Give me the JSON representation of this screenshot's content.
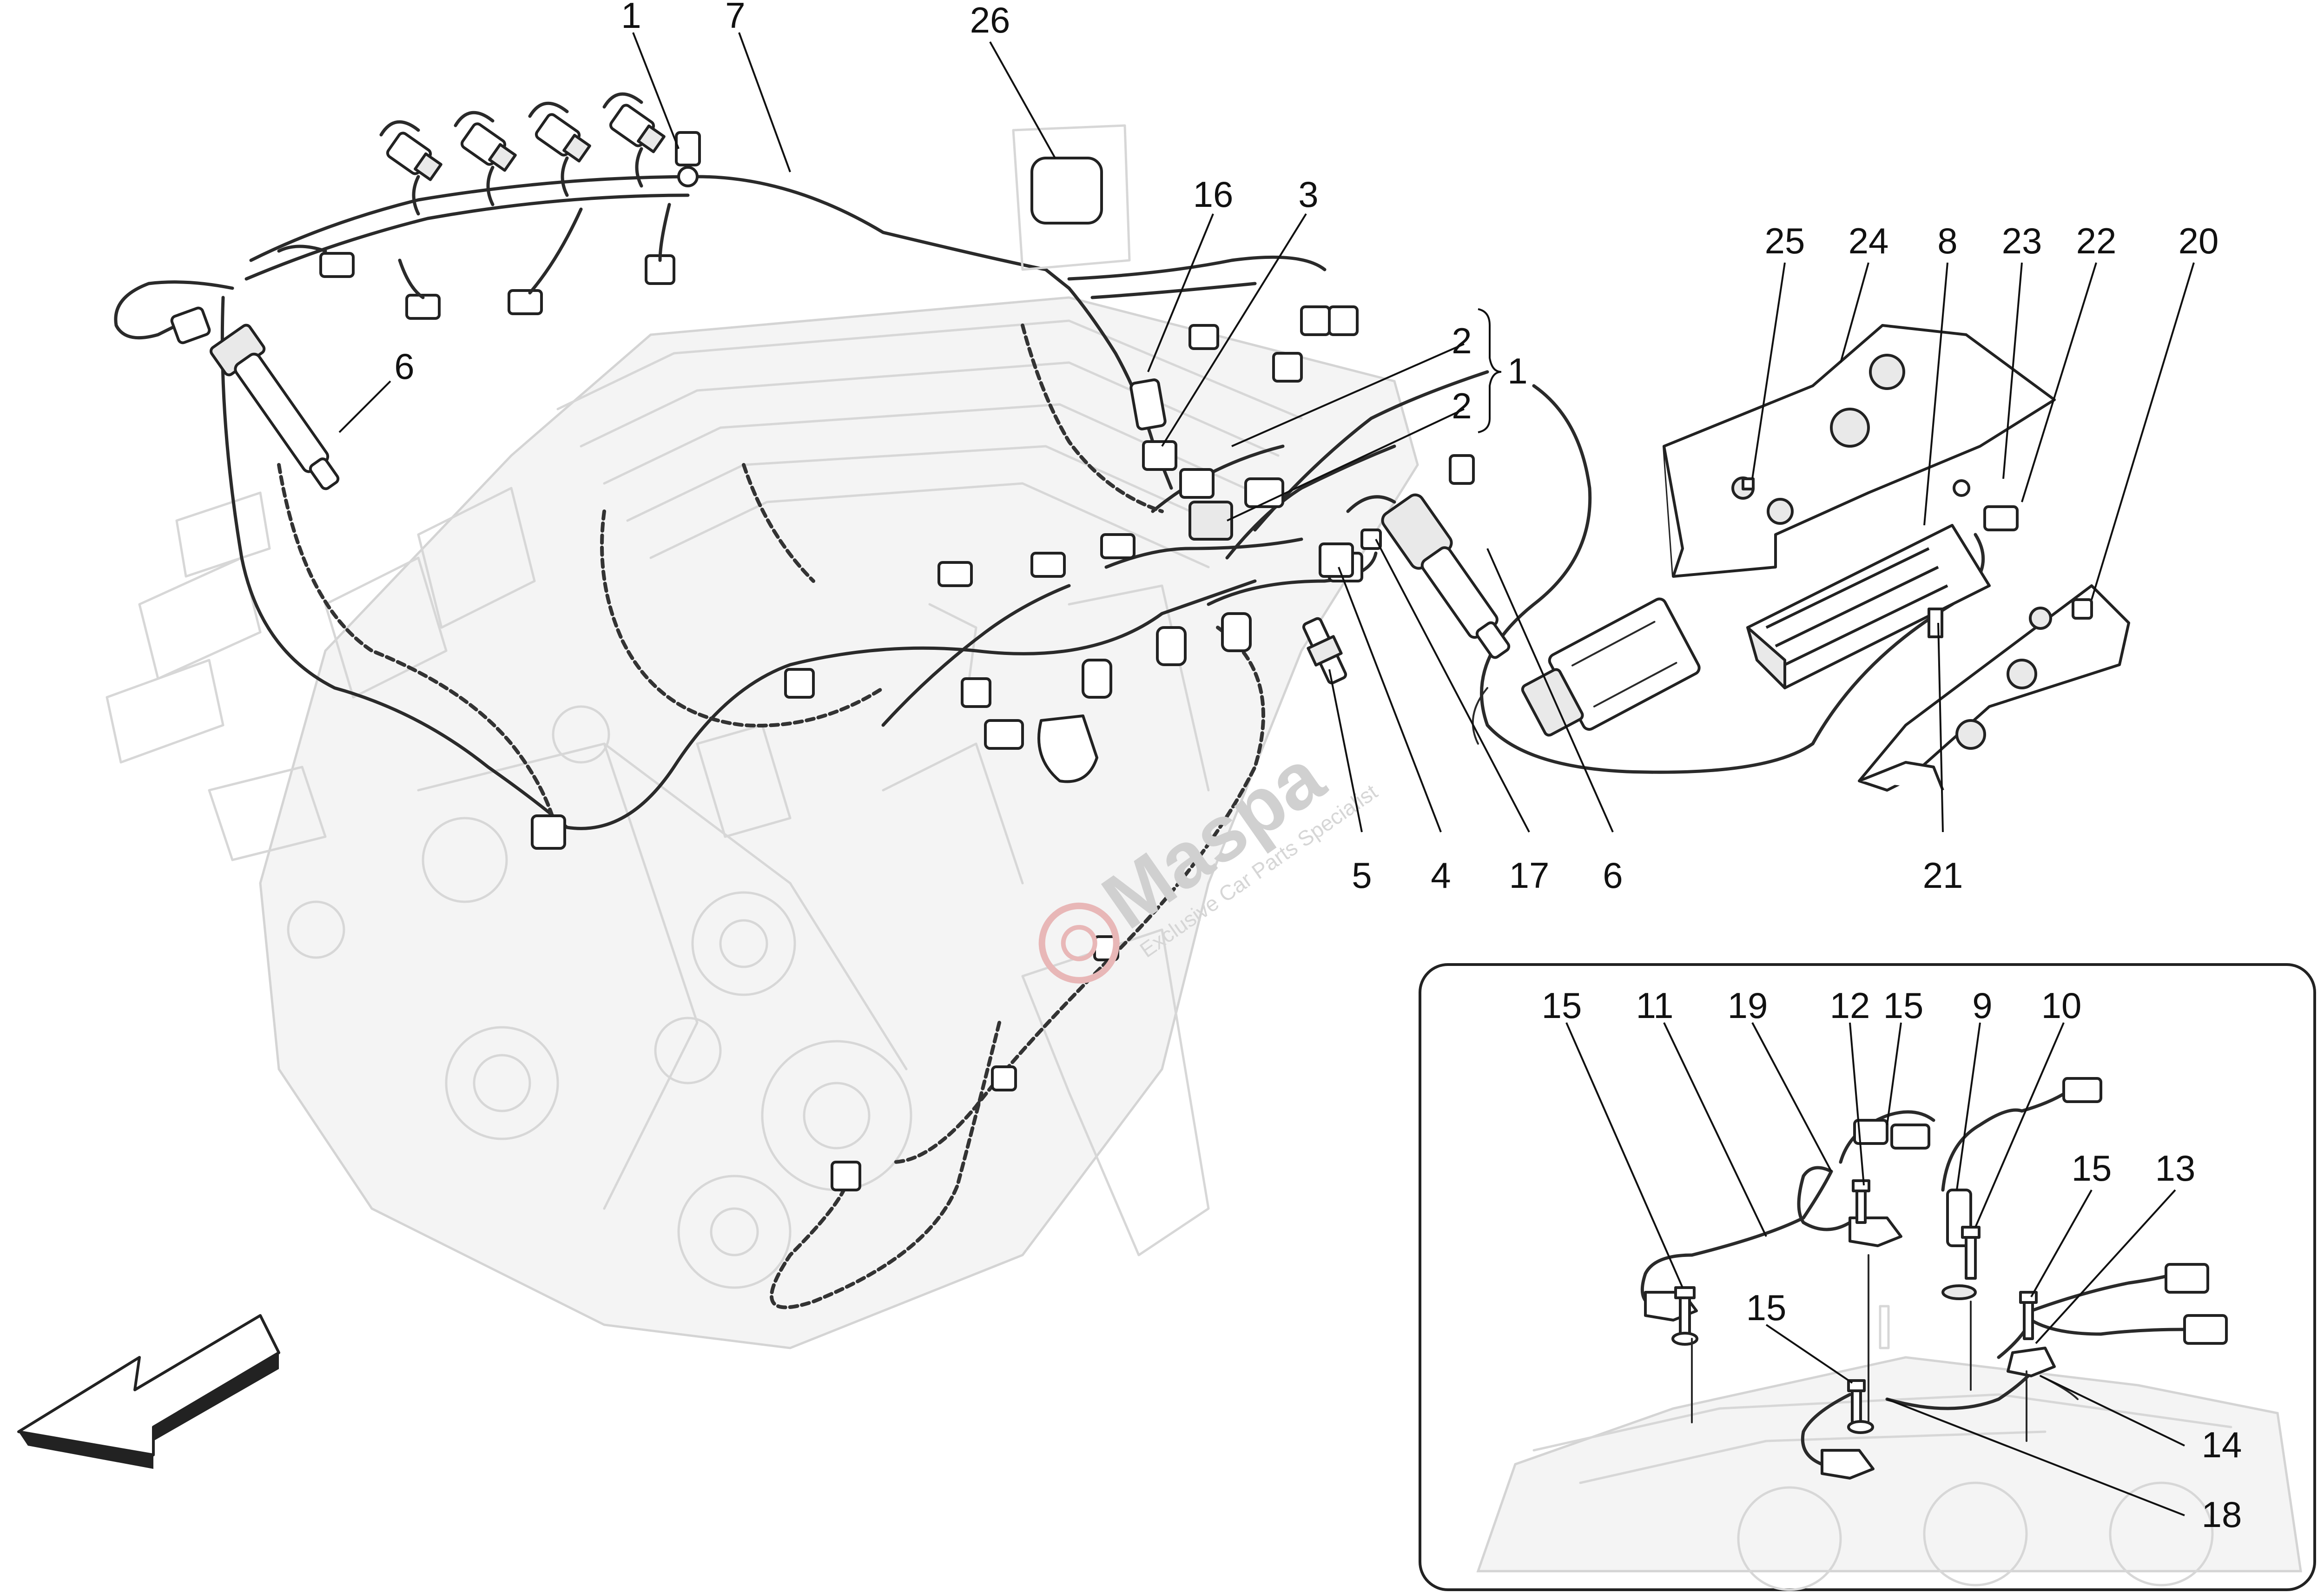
{
  "diagram": {
    "callouts": [
      {
        "id": "c-1-top",
        "label": "1"
      },
      {
        "id": "c-7",
        "label": "7"
      },
      {
        "id": "c-26",
        "label": "26"
      },
      {
        "id": "c-16",
        "label": "16"
      },
      {
        "id": "c-3",
        "label": "3"
      },
      {
        "id": "c-6-left",
        "label": "6"
      },
      {
        "id": "c-2-a",
        "label": "2"
      },
      {
        "id": "c-2-b",
        "label": "2"
      },
      {
        "id": "c-1-brace",
        "label": "1"
      },
      {
        "id": "c-25",
        "label": "25"
      },
      {
        "id": "c-24",
        "label": "24"
      },
      {
        "id": "c-8",
        "label": "8"
      },
      {
        "id": "c-23",
        "label": "23"
      },
      {
        "id": "c-22",
        "label": "22"
      },
      {
        "id": "c-20",
        "label": "20"
      },
      {
        "id": "c-5",
        "label": "5"
      },
      {
        "id": "c-4",
        "label": "4"
      },
      {
        "id": "c-17",
        "label": "17"
      },
      {
        "id": "c-6-right",
        "label": "6"
      },
      {
        "id": "c-21",
        "label": "21"
      },
      {
        "id": "c-15-a",
        "label": "15"
      },
      {
        "id": "c-11",
        "label": "11"
      },
      {
        "id": "c-19",
        "label": "19"
      },
      {
        "id": "c-12",
        "label": "12"
      },
      {
        "id": "c-15-b",
        "label": "15"
      },
      {
        "id": "c-9",
        "label": "9"
      },
      {
        "id": "c-10",
        "label": "10"
      },
      {
        "id": "c-15-c",
        "label": "15"
      },
      {
        "id": "c-13",
        "label": "13"
      },
      {
        "id": "c-15-d",
        "label": "15"
      },
      {
        "id": "c-14",
        "label": "14"
      },
      {
        "id": "c-18",
        "label": "18"
      }
    ],
    "watermark": {
      "brand": "Maspa",
      "tagline": "Exclusive Car Parts Specialist"
    }
  }
}
